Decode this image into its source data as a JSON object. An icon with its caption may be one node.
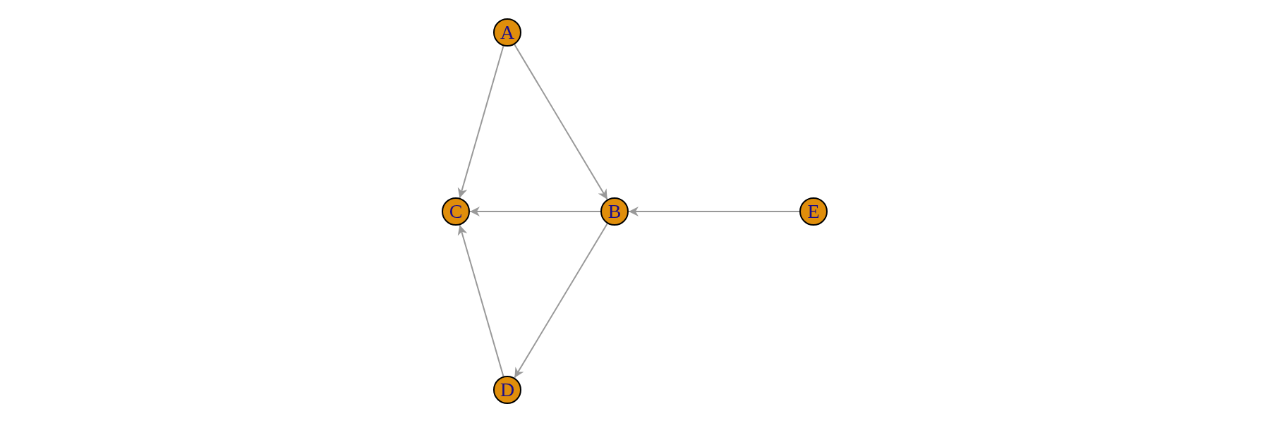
{
  "diagram": {
    "nodes": [
      {
        "text": [
          "A"
        ]
      },
      {
        "text": [
          "C"
        ]
      },
      {
        "text": [
          "B"
        ]
      },
      {
        "text": [
          "E"
        ]
      },
      {
        "text": [
          "D"
        ]
      }
    ],
    "edges": [
      {
        "from": 0,
        "to": 1,
        "arrow": "to"
      },
      {
        "from": 0,
        "to": 2,
        "arrow": "to"
      },
      {
        "from": 2,
        "to": 1,
        "arrow": "to"
      },
      {
        "from": 3,
        "to": 2,
        "arrow": "to"
      },
      {
        "from": 2,
        "to": 4,
        "arrow": "to"
      },
      {
        "from": 4,
        "to": 1,
        "arrow": "to"
      }
    ]
  }
}
